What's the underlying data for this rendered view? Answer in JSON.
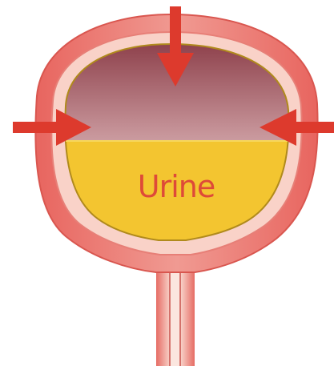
{
  "diagram": {
    "label": "Urine",
    "colors": {
      "bladder_wall_outer": "#ec7a74",
      "bladder_wall_highlight": "#f5aaa2",
      "bladder_lining": "#f9d2c8",
      "cavity_dark": "#8c3e49",
      "cavity_light": "#fbf2f0",
      "urine_fill": "#f3c530",
      "urine_edge": "#b08a1c",
      "label_color": "#de4a38",
      "arrow_color": "#dd3a2d"
    },
    "arrows": [
      "top-arrow",
      "left-arrow",
      "right-arrow"
    ]
  }
}
